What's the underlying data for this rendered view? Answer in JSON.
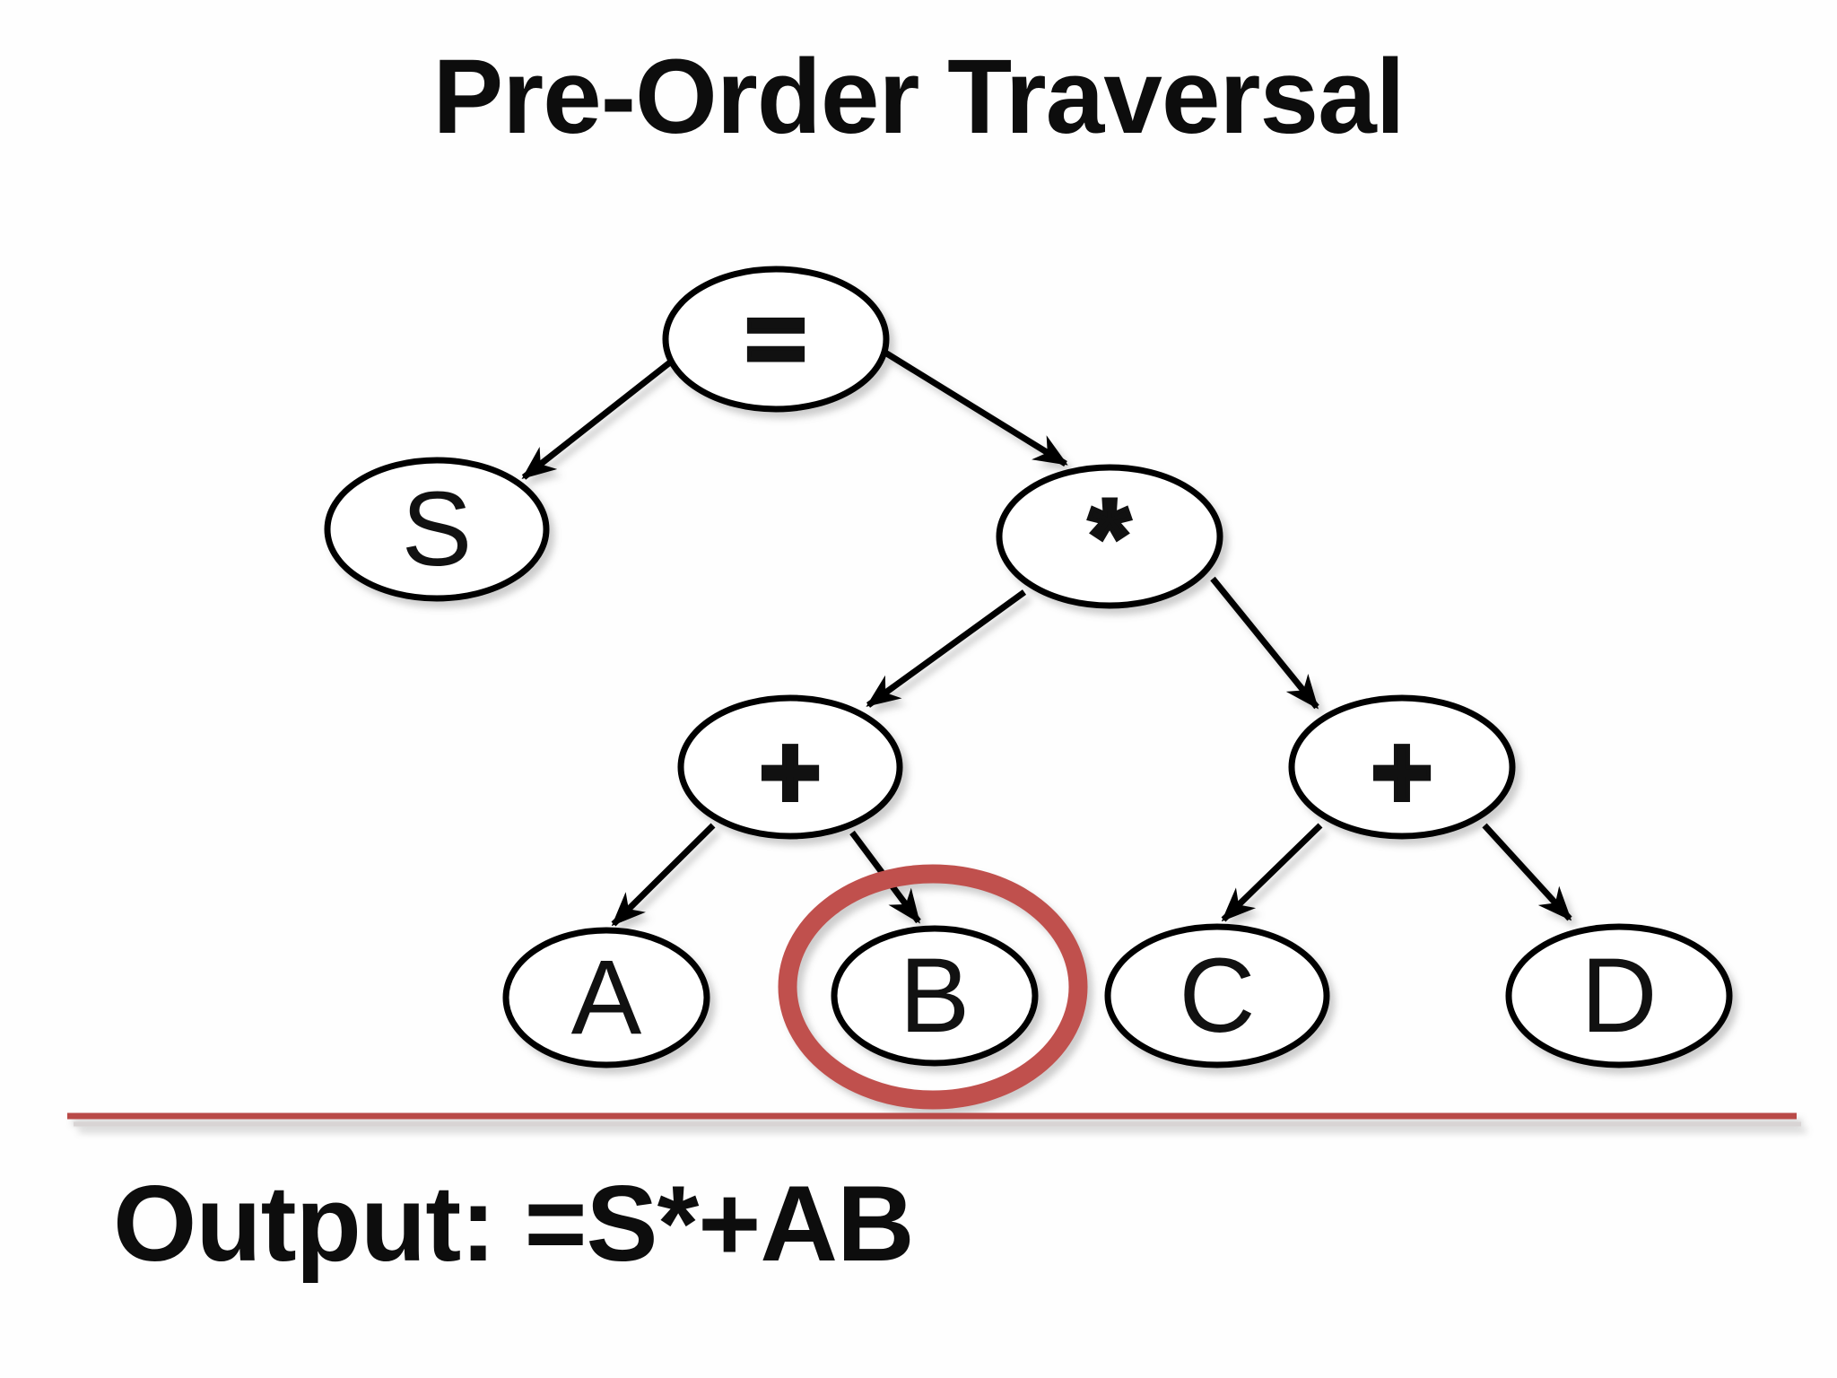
{
  "slide": {
    "title": "Pre-Order Traversal",
    "output": "Output: =S*+AB"
  },
  "tree": {
    "nodes": {
      "root": {
        "label": "="
      },
      "s": {
        "label": "S"
      },
      "star": {
        "label": "*"
      },
      "plus_left": {
        "label": "+"
      },
      "plus_right": {
        "label": "+"
      },
      "a": {
        "label": "A"
      },
      "b": {
        "label": "B"
      },
      "c": {
        "label": "C"
      },
      "d": {
        "label": "D"
      }
    },
    "highlighted_node": "B"
  },
  "colors": {
    "highlight_circle": "#C0504D",
    "divider_line": "#B94A48",
    "node_stroke": "#000000"
  }
}
